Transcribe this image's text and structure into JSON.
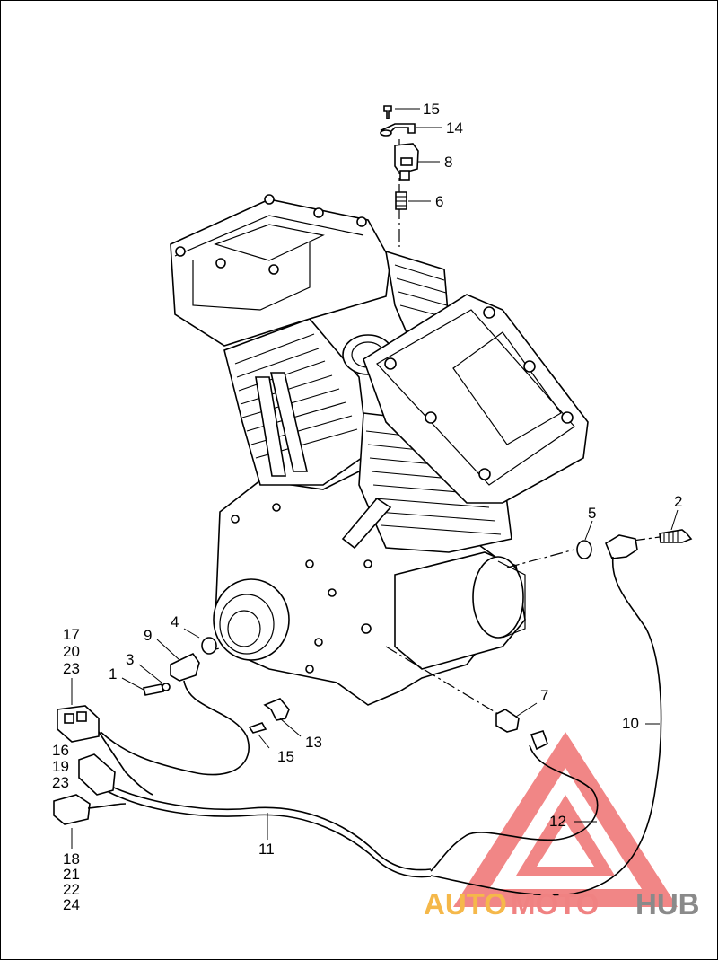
{
  "callouts": {
    "c15a": "15",
    "c14": "14",
    "c8": "8",
    "c6": "6",
    "c5": "5",
    "c2": "2",
    "c4": "4",
    "c9": "9",
    "c3": "3",
    "c1": "1",
    "c7": "7",
    "c10": "10",
    "c13": "13",
    "c15b": "15",
    "c11": "11",
    "c12": "12",
    "c17": "17",
    "c20": "20",
    "c23a": "23",
    "c16": "16",
    "c19": "19",
    "c23b": "23",
    "c18": "18",
    "c21": "21",
    "c22": "22",
    "c24": "24"
  },
  "watermark": {
    "part1": "AUTO",
    "part2": "MOTO",
    "part3": "HUB",
    "colors": {
      "auto": "#f5b84a",
      "moto": "#f08282",
      "hub": "#8a8a8a",
      "triangle": "#f07a7a"
    }
  }
}
